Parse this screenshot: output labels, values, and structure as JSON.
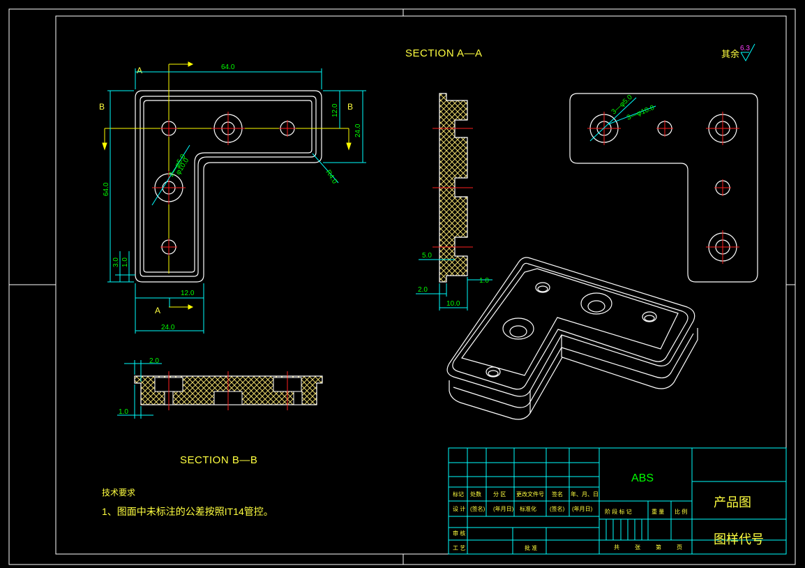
{
  "section_aa": {
    "label": "SECTION  A—A"
  },
  "section_bb": {
    "label": "SECTION  B—B"
  },
  "roughness": {
    "prefix": "其余",
    "value": "6.3"
  },
  "view_labels": {
    "a_top": "A",
    "a_bottom": "A",
    "b_left": "B",
    "b_right": "B"
  },
  "dimensions": {
    "top_width": "64.0",
    "left_height": "64.0",
    "right_12": "12.0",
    "right_24": "24.0",
    "bottom_12": "12.0",
    "bottom_24": "24.0",
    "left_3": "3.0",
    "left_1": "1.0",
    "radius": "R4.0",
    "hole_small": "2—φ5.0",
    "hole_large": "φ10.0",
    "aa_5": "5.0",
    "aa_2": "2.0",
    "aa_1": "1.0",
    "aa_10": "10.0",
    "bb_2": "2.0",
    "bb_1": "1.0",
    "iso_hole_small": "3—φ5.0",
    "iso_hole_large": "3—φ10.0"
  },
  "notes": {
    "title": "技术要求",
    "line1": "1、图面中未标注的公差按照IT14管控。"
  },
  "title_block": {
    "material": "ABS",
    "name": "产品图",
    "drawing_no": "图样代号",
    "row_headers": [
      "标记",
      "处数",
      "分 区",
      "更改文件号",
      "签名",
      "年、月、日"
    ],
    "design_row": [
      "设 计",
      "(签名)",
      "(年月日)",
      "标准化",
      "(签名)",
      "(年月日)"
    ],
    "stage_row": [
      "阶 段 标 记",
      "重 量",
      "比 例"
    ],
    "review": "审 核",
    "process": "工 艺",
    "approve": "批 准",
    "sheet_row": [
      "共",
      "张",
      "第",
      "页"
    ]
  }
}
